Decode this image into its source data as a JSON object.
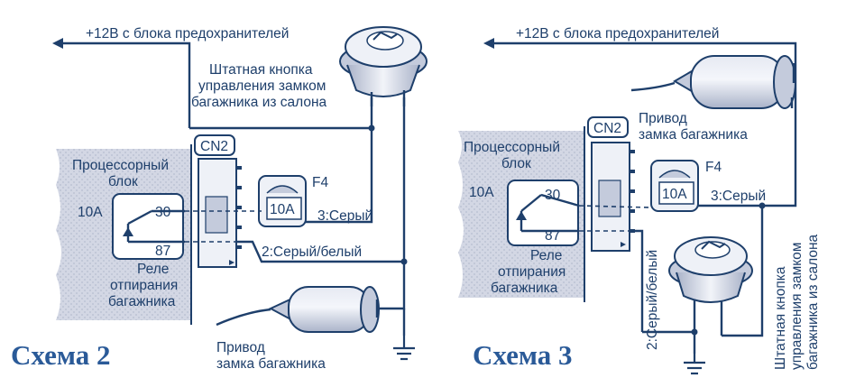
{
  "colors": {
    "ink": "#1e3f6b",
    "title": "#2a5a98",
    "panel_fill": "#cfd3e1",
    "component_light": "#eef1f7",
    "component_mid": "#c4cbdc"
  },
  "scheme2": {
    "title": "Схема 2",
    "power_label": "+12В с блока предохранителей",
    "button_label": [
      "Штатная кнопка",
      "управления замком",
      "багажника из салона"
    ],
    "block_label": [
      "Процессорный",
      "блок"
    ],
    "connector_label": "CN2",
    "fuse_name": "F4",
    "fuse_rating": "10A",
    "relay_rating": "10A",
    "relay_pin_30": "30",
    "relay_pin_87": "87",
    "relay_label": [
      "Реле",
      "отпирания",
      "багажника"
    ],
    "wire_3": "3:Серый",
    "wire_2": "2:Серый/белый",
    "actuator_label": [
      "Привод",
      "замка багажника"
    ]
  },
  "scheme3": {
    "title": "Схема 3",
    "power_label": "+12В с блока предохранителей",
    "actuator_label": [
      "Привод",
      "замка багажника"
    ],
    "connector_label": "CN2",
    "block_label": [
      "Процессорный",
      "блок"
    ],
    "fuse_name": "F4",
    "fuse_rating": "10A",
    "relay_rating": "10A",
    "relay_pin_30": "30",
    "relay_pin_87": "87",
    "relay_label": [
      "Реле",
      "отпирания",
      "багажника"
    ],
    "wire_3": "3:Серый",
    "wire_2": "2:Серый/белый",
    "button_label": [
      "Штатная кнопка",
      "управления замком",
      "багажника из салона"
    ]
  }
}
